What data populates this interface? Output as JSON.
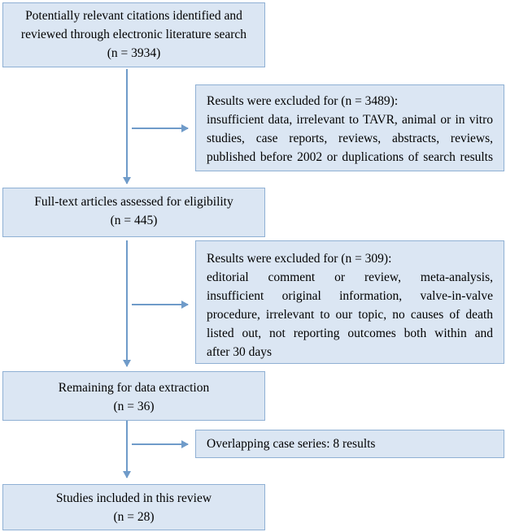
{
  "boxes": {
    "identified": {
      "lines": [
        "Potentially relevant citations identified and",
        "reviewed through electronic literature search",
        "(n = 3934)"
      ]
    },
    "excluded_1": {
      "heading": "Results were excluded for (n = 3489):",
      "lines": [
        "insufficient data, irrelevant to TAVR, animal or in vitro",
        "studies, case reports, reviews, abstracts, reviews,",
        "published before 2002 or duplications of search results"
      ]
    },
    "fulltext": {
      "lines": [
        "Full-text articles assessed for eligibility",
        "(n = 445)"
      ]
    },
    "excluded_2": {
      "heading": "Results were excluded for (n = 309):",
      "lines": [
        "editorial comment or review, meta-analysis,",
        "insufficient original information, valve-in-valve",
        "procedure, irrelevant to our topic, no causes of death",
        "listed out, not reporting outcomes both within and",
        "after 30 days"
      ]
    },
    "remaining": {
      "lines": [
        "Remaining for data extraction",
        "(n = 36)"
      ]
    },
    "overlap": {
      "text": "Overlapping case series: 8 results"
    },
    "included": {
      "lines": [
        "Studies included in this review",
        "(n = 28)"
      ]
    }
  },
  "colors": {
    "box_fill": "#dbe6f3",
    "box_border": "#8fb0d4",
    "arrow": "#6f9bc9"
  }
}
